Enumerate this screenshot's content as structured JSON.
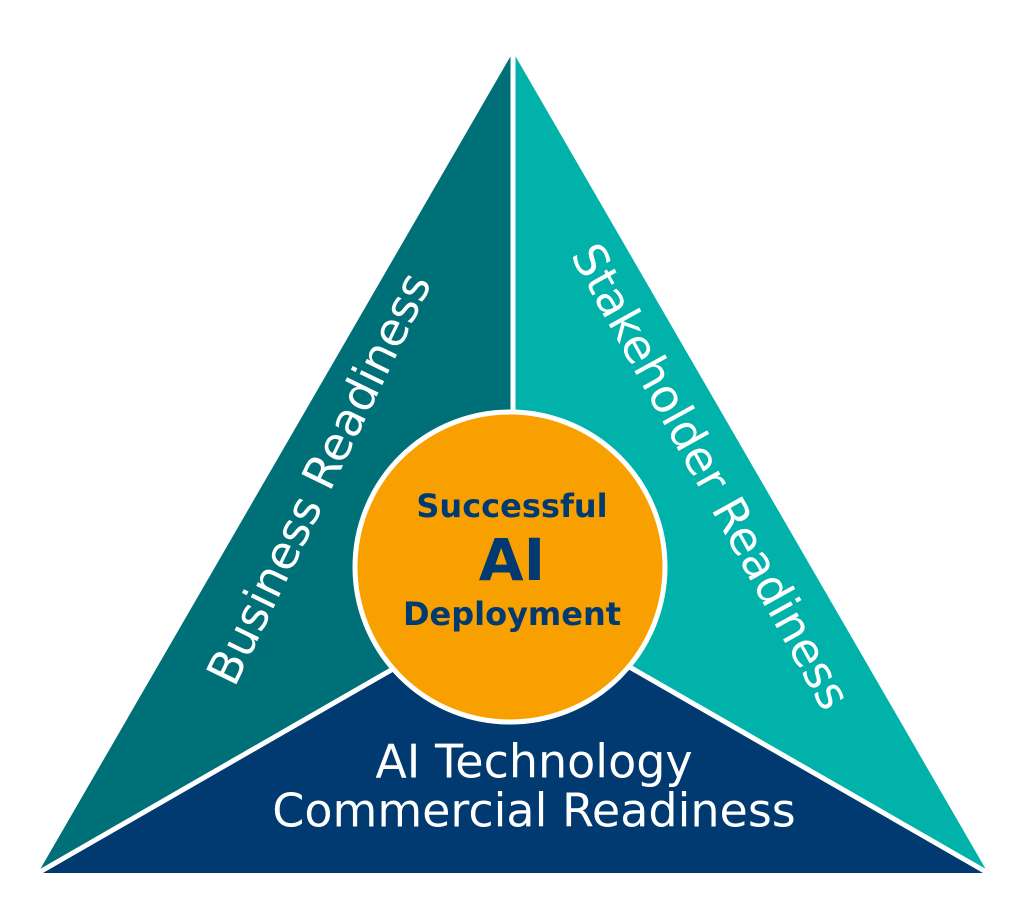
{
  "diagram": {
    "segments": {
      "business": {
        "label": "Business Readiness",
        "color": "#007078"
      },
      "stakeholder": {
        "label": "Stakeholder Readiness",
        "color": "#00b2aa"
      },
      "technology": {
        "line1": "AI Technology",
        "line2": "Commercial Readiness",
        "color": "#003a70"
      }
    },
    "center": {
      "line1": "Successful",
      "line2": "AI",
      "line3": "Deployment",
      "fill_color": "#f8a000",
      "text_color": "#003a70"
    },
    "divider_color": "#ffffff"
  }
}
